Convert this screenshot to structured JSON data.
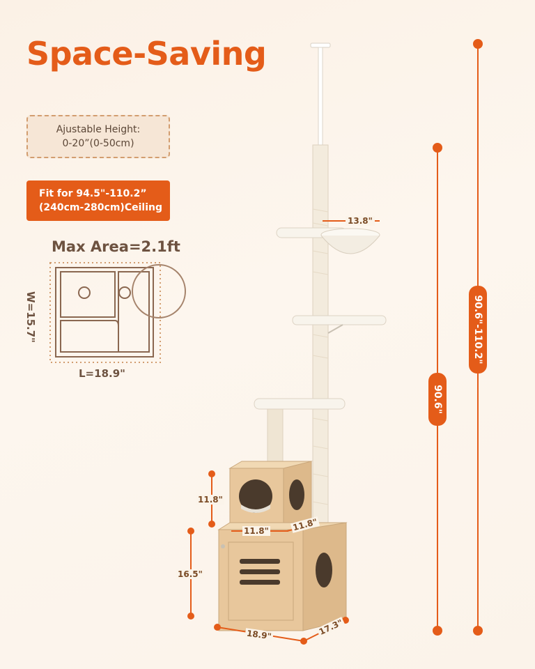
{
  "title": "Space-Saving",
  "adjustable": {
    "line1": "Ajustable Height:",
    "line2": "0-20”(0-50cm)"
  },
  "ceiling": {
    "line1": "Fit for 94.5\"-110.2”",
    "line2": "(240cm-280cm)Ceiling"
  },
  "area": {
    "title": "Max Area=2.1ft",
    "length": "L=18.9\"",
    "width": "W=15.7\""
  },
  "dimensions": {
    "hammock_width": "13.8\"",
    "condo_height": "11.8\"",
    "condo_width": "11.8\"",
    "condo_depth": "11.8\"",
    "base_height": "16.5\"",
    "base_width": "18.9\"",
    "base_depth": "17.3\"",
    "total_min": "90.6\"",
    "total_range": "90.6\"-110.2\""
  },
  "colors": {
    "accent": "#e45c19",
    "text": "#6d5240",
    "wood": "#e7c79c"
  }
}
